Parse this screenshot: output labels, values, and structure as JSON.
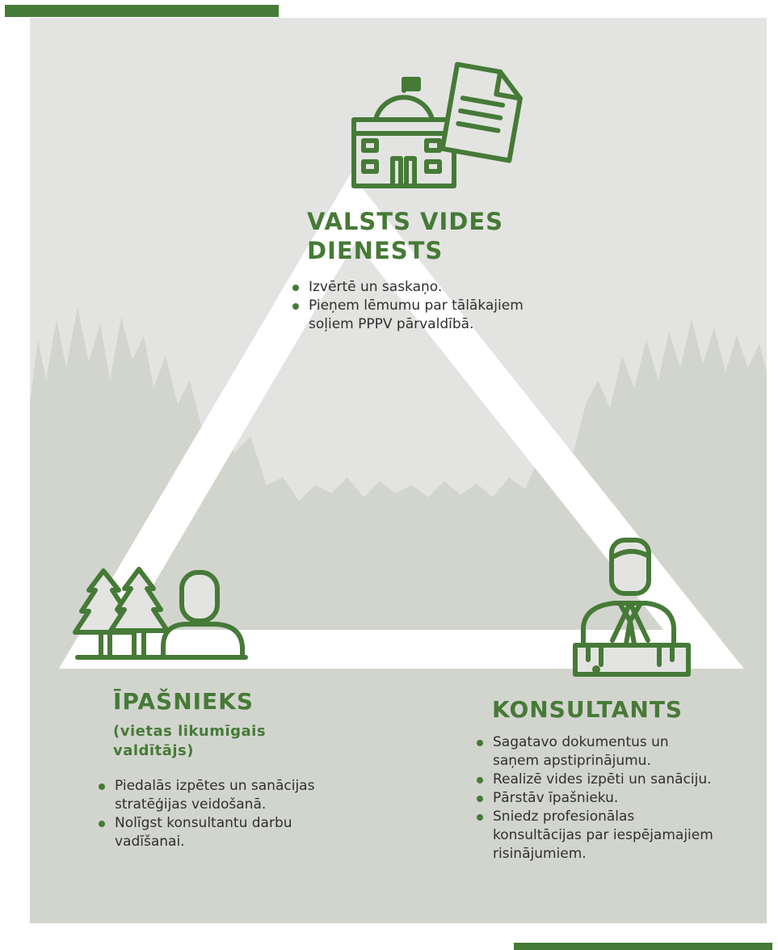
{
  "colors": {
    "accent": "#467a37",
    "panel": "#e3e4e1",
    "forest": "#d2d5ce",
    "triangle": "#ffffff",
    "text": "#2f2f2f"
  },
  "top": {
    "icon": "government-building-with-document-icon",
    "title_line1": "VALSTS VIDES",
    "title_line2": "DIENESTS",
    "bullets": [
      {
        "line1": "Izvērtē un saskaņo.",
        "line2": ""
      },
      {
        "line1": "Pieņem lēmumu par tālākajiem",
        "line2": "soļiem PPPV pārvaldībā."
      }
    ]
  },
  "left": {
    "icon": "trees-and-person-icon",
    "title": "ĪPAŠNIEKS",
    "subtitle_line1": "(vietas likumīgais",
    "subtitle_line2": "valdītājs)",
    "bullets": [
      {
        "line1": "Piedalās izpētes un sanācijas",
        "line2": "stratēģijas veidošanā."
      },
      {
        "line1": "Nolīgst konsultantu darbu",
        "line2": "vadīšanai."
      }
    ]
  },
  "right": {
    "icon": "consultant-person-icon",
    "title": "KONSULTANTS",
    "bullets": [
      {
        "line1": "Sagatavo dokumentus un",
        "line2": "saņem apstiprinājumu.",
        "line3": ""
      },
      {
        "line1": "Realizē vides izpēti un sanāciju.",
        "line2": "",
        "line3": ""
      },
      {
        "line1": "Pārstāv īpašnieku.",
        "line2": "",
        "line3": ""
      },
      {
        "line1": "Sniedz profesionālas",
        "line2": "konsultācijas par iespējamajiem",
        "line3": "risinājumiem."
      }
    ]
  }
}
